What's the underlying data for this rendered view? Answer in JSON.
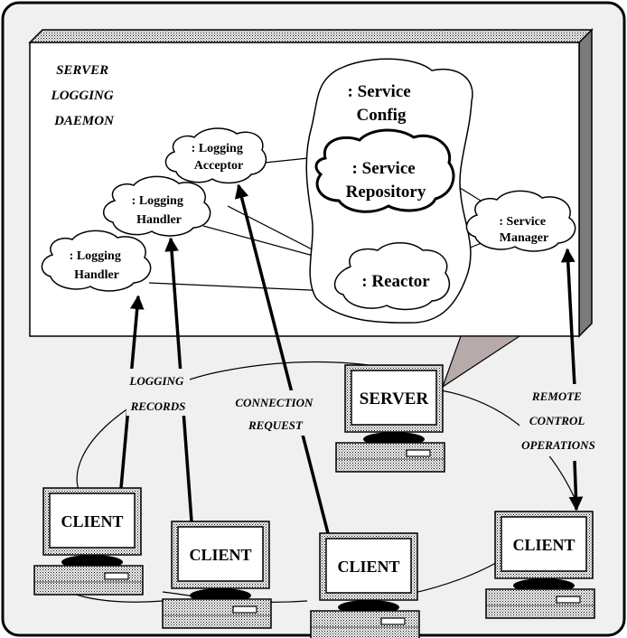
{
  "daemon_title": [
    "SERVER",
    "LOGGING",
    "DAEMON"
  ],
  "components": {
    "service_config": [
      ": Service",
      "Config"
    ],
    "service_repository": [
      ": Service",
      "Repository"
    ],
    "logging_acceptor": [
      ": Logging",
      "Acceptor"
    ],
    "logging_handler_1": [
      ": Logging",
      "Handler"
    ],
    "logging_handler_2": [
      ": Logging",
      "Handler"
    ],
    "service_manager": [
      ": Service",
      "Manager"
    ],
    "reactor": [
      ": Reactor"
    ]
  },
  "annotations": {
    "logging_records": [
      "LOGGING",
      "RECORDS"
    ],
    "connection_request": [
      "CONNECTION",
      "REQUEST"
    ],
    "remote_control": [
      "REMOTE",
      "CONTROL",
      "OPERATIONS"
    ]
  },
  "hosts": {
    "server": "SERVER",
    "client_1": "CLIENT",
    "client_2": "CLIENT",
    "client_3": "CLIENT",
    "client_4": "CLIENT"
  },
  "colors": {
    "outer_fill": "#f0f0f0",
    "daemon_shadow": "#7a7a7a",
    "callout": "#b8aaa8",
    "stroke": "#000000"
  }
}
